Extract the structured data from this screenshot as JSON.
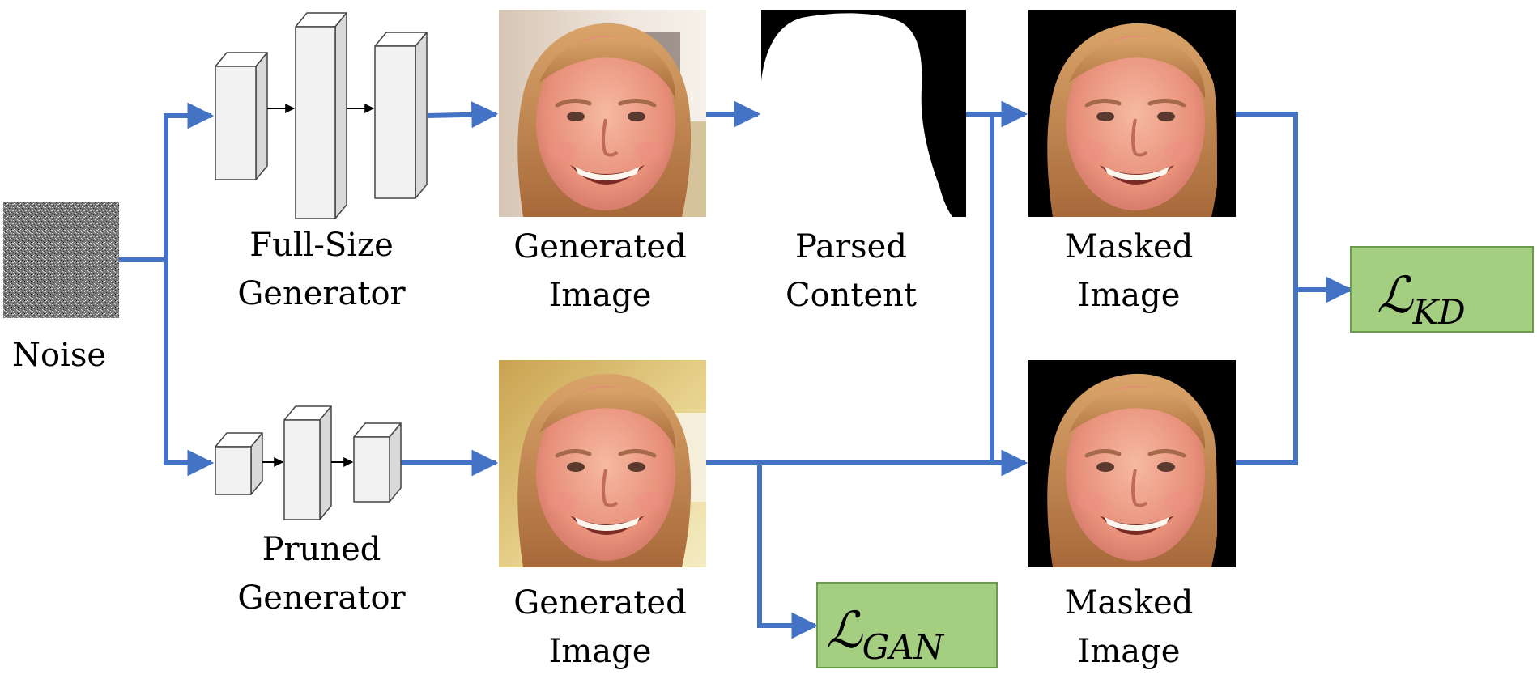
{
  "labels": {
    "noise": "Noise",
    "full_gen": [
      "Full-Size",
      "Generator"
    ],
    "pruned_gen": [
      "Pruned",
      "Generator"
    ],
    "gen_img_top": [
      "Generated",
      "Image"
    ],
    "gen_img_bottom": [
      "Generated",
      "Image"
    ],
    "parsed": [
      "Parsed",
      "Content"
    ],
    "masked_top": [
      "Masked",
      "Image"
    ],
    "masked_bottom": [
      "Masked",
      "Image"
    ]
  },
  "losses": {
    "kd": {
      "symbol": "ℒ",
      "subscript": "KD"
    },
    "gan": {
      "symbol": "ℒ",
      "subscript": "GAN"
    }
  },
  "colors": {
    "arrow": "#4472C4",
    "loss_fill": "#A4CF80",
    "loss_stroke": "#6A9A4B",
    "block_fill": "#F2F2F2",
    "block_stroke": "#444444"
  }
}
